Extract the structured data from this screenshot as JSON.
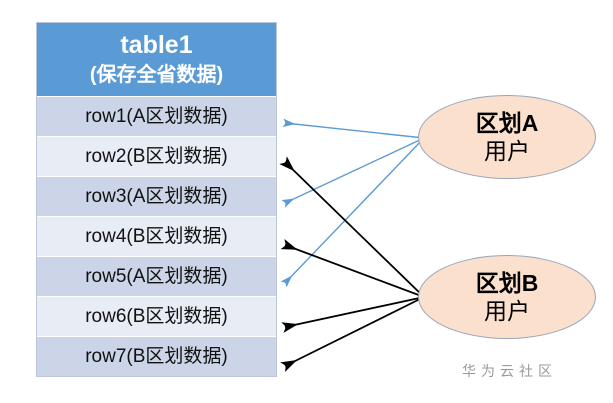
{
  "diagram": {
    "type": "data-partition-access-diagram",
    "table": {
      "title_main": "table1",
      "title_sub": "(保存全省数据)",
      "header_color": "#5B9BD5",
      "rows": [
        {
          "label": "row1(A区划数据)",
          "partition": "A"
        },
        {
          "label": "row2(B区划数据)",
          "partition": "B"
        },
        {
          "label": "row3(A区划数据)",
          "partition": "A"
        },
        {
          "label": "row4(B区划数据)",
          "partition": "B"
        },
        {
          "label": "row5(A区划数据)",
          "partition": "A"
        },
        {
          "label": "row6(B区划数据)",
          "partition": "B"
        },
        {
          "label": "row7(B区划数据)",
          "partition": "B"
        }
      ]
    },
    "actors": [
      {
        "id": "a",
        "line1": "区划A",
        "line2": "用户",
        "arrow_color": "#5b9bd5",
        "targets": [
          1,
          3,
          5
        ]
      },
      {
        "id": "b",
        "line1": "区划B",
        "line2": "用户",
        "arrow_color": "#000000",
        "targets": [
          2,
          4,
          6,
          7
        ]
      }
    ],
    "watermark": "华为云社区",
    "colors": {
      "header_blue": "#5B9BD5",
      "row_dark": "#ccd5e8",
      "row_light": "#e8ecf4",
      "ellipse_fill": "#fbe0cd",
      "ellipse_border": "#9aa4bb",
      "arrow_blue": "#5b9bd5",
      "arrow_black": "#000000",
      "watermark_gray": "#9a9a9a"
    }
  }
}
